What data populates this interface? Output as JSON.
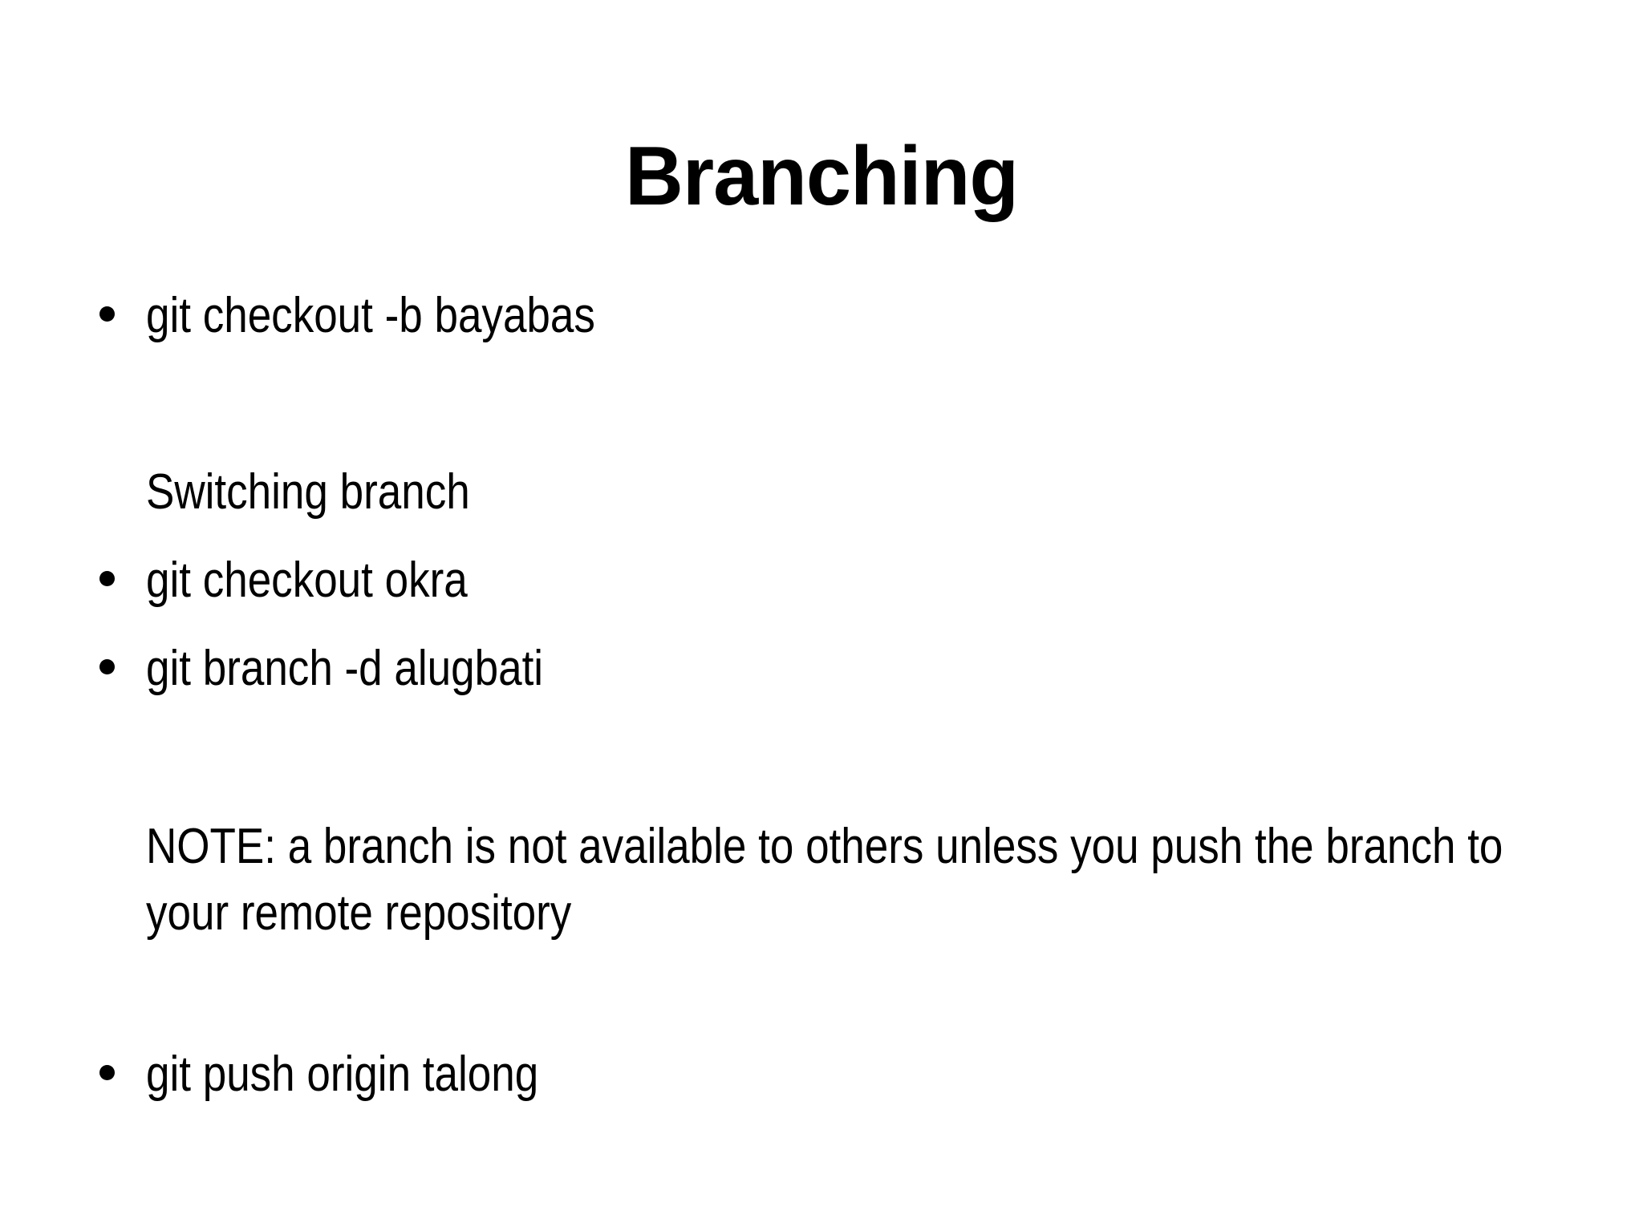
{
  "slide": {
    "title": "Branching",
    "background_color": "#ffffff",
    "text_color": "#000000",
    "bullet_glyph": "•",
    "blocks": [
      {
        "kind": "bullet",
        "text": "git checkout -b bayabas"
      },
      {
        "kind": "spacer"
      },
      {
        "kind": "plain",
        "text": "Switching branch"
      },
      {
        "kind": "bullet",
        "text": "git checkout okra"
      },
      {
        "kind": "bullet",
        "text": "git branch -d alugbati"
      },
      {
        "kind": "spacer"
      },
      {
        "kind": "paragraph",
        "text": "NOTE: a branch is not available to others unless you push the branch to your remote repository"
      },
      {
        "kind": "spacer"
      },
      {
        "kind": "bullet",
        "text": "git push origin talong"
      }
    ]
  }
}
